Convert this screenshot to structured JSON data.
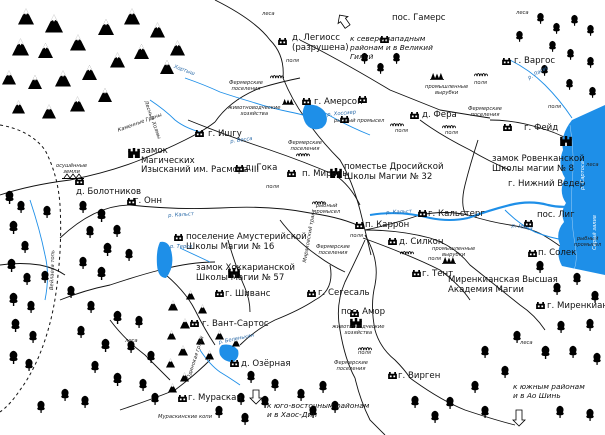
{
  "labels": {
    "legioss_town": "д. Легиосс",
    "legioss_state": "(разрушена)",
    "gamers": "пос. Гамерс",
    "amerson": "г. Амерсон",
    "fera": "д. Фера",
    "vargos": "г. Варгос",
    "feid": "г. Фейд",
    "ishgu": "г. Ишгу",
    "castle_magic_1": "замок",
    "castle_magic_2": "Магических",
    "castle_magic_3": "Изысканий им. Расмора III",
    "miral": "п. Мираль",
    "estate_1": "поместье Дросийской",
    "estate_2": "Школы Магии № 32",
    "castle_rov_1": "замок Ровенканской",
    "castle_rov_2": "Школы магии № 8",
    "nizhny_veder": "г. Нижний Ведер",
    "bolotnikov": "д. Болотников",
    "gok": "д. Гока",
    "onn": "г. Онн",
    "amust_1": "поселение Амустерийской",
    "amust_2": "Школы Магии № 16",
    "karron": "п. Каррон",
    "kalsterg": "г. Кальстерг",
    "silkon": "д. Силкон",
    "lig": "пос. Лиг",
    "solek": "п. Солек",
    "hokk_1": "замок Хоккарианской",
    "hokk_2": "Школы Магии № 57",
    "shivans": "г. Шиванс",
    "segesal": "г. Сегесаль",
    "tent": "г. Тент",
    "miren_ac_1": "Миренкианская Высшая",
    "miren_ac_2": "Академия Магии",
    "vant_sartos": "г. Вант-Сартос",
    "amor": "пос. Амор",
    "mirenkian": "г. Миренкиан",
    "ozernaya": "д. Озёрная",
    "viergen": "г. Вирген",
    "muraskan": "г. Мураскан"
  },
  "small": {
    "les_top": "леса",
    "les_top_right": "леса",
    "les_right": "леса",
    "les_bottom": "леса",
    "les_bottom_right": "леса",
    "fields_1": "поля",
    "fields_2": "поля",
    "fields_3": "поля",
    "fields_4": "поля",
    "fields_5": "поля",
    "fields_6": "поля",
    "fields_7": "поля",
    "fields_8": "поля",
    "fields_9": "поля",
    "farm1_a": "Фермерские",
    "farm1_b": "поселения",
    "farm2_a": "Фермерские",
    "farm2_b": "поселения",
    "farm3_a": "Фермерские",
    "farm3_b": "поселения",
    "farm4_a": "Фермерские",
    "farm4_b": "поселения",
    "farm5_a": "Фермерские",
    "farm5_b": "поселения",
    "livestock1_a": "животноводческие",
    "livestock1_b": "хозяйства",
    "livestock2_a": "животноводческие",
    "livestock2_b": "хозяйства",
    "fishing1": "рыбный промысел",
    "fishing2_a": "рыбный",
    "fishing2_b": "промысел",
    "fishing3_a": "рыбный",
    "fishing3_b": "промысел",
    "industry1_a": "промышленные",
    "industry1_b": "вырубки",
    "industry2_a": "промышленные",
    "industry2_b": "вырубки",
    "cemetery_a": "осушённые",
    "cemetery_b": "земли",
    "mines": "Мураскинские копи"
  },
  "rivers": {
    "hortsh": "Хортыш",
    "vessa": "р. Весса",
    "hossiep": "р. Хоссиер",
    "kalst": "р. Кальст",
    "kalst2": "р. Кальст",
    "tersa": "р. Терсо",
    "mitsa": "р. Мица",
    "belenkin": "р. Беленькин",
    "odinokaya": "Одинокая гряда",
    "vargosa": "р. Ласвс",
    "sartosa": "р. Сартоса",
    "sea": "Серый залив",
    "mirenk_road": "Мираковский тракт",
    "veilaye": "Вейлаеса топь",
    "gorny": "Каменные Граны",
    "long": "Лесные Холмы"
  },
  "notes": {
    "nw_1": "к северо-западным",
    "nw_2": "районам и в Великий",
    "nw_3": "Гилий",
    "se_1": "к юго-восточным районам",
    "se_2": "и в Хаос-Дин",
    "s_1": "к южным районам",
    "s_2": "и в Ао Шинь"
  },
  "colors": {
    "water": "#1e8fe8",
    "water_dark": "#156fc2",
    "ink": "#111111"
  }
}
